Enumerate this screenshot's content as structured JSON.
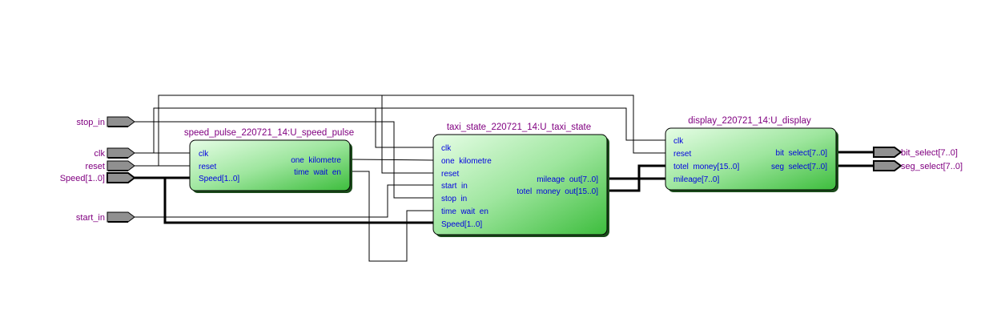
{
  "diagram": {
    "type": "rtl-netlist-schematic",
    "colors": {
      "block_fill_light": "#e0fbe0",
      "block_fill_dark": "#40c040",
      "block_border": "#000000",
      "pin_text": "#0000e0",
      "label_text": "#800080",
      "port_fill": "#909090"
    },
    "input_ports": [
      {
        "id": "stop_in",
        "label": "stop_in",
        "bus": false
      },
      {
        "id": "clk",
        "label": "clk",
        "bus": false
      },
      {
        "id": "reset",
        "label": "reset",
        "bus": false
      },
      {
        "id": "speed",
        "label": "Speed[1..0]",
        "bus": true
      },
      {
        "id": "start_in",
        "label": "start_in",
        "bus": false
      }
    ],
    "output_ports": [
      {
        "id": "bit_select",
        "label": "bit_select[7..0]",
        "bus": true
      },
      {
        "id": "seg_select",
        "label": "seg_select[7..0]",
        "bus": true
      }
    ],
    "blocks": {
      "speed_pulse": {
        "title": "speed_pulse_220721_14:U_speed_pulse",
        "inputs": [
          "clk",
          "reset",
          "Speed[1..0]"
        ],
        "outputs": [
          "one  kilometre",
          "time  wait  en"
        ]
      },
      "taxi_state": {
        "title": "taxi_state_220721_14:U_taxi_state",
        "inputs": [
          "clk",
          "one  kilometre",
          "reset",
          "start  in",
          "stop  in",
          "time  wait  en",
          "Speed[1..0]"
        ],
        "outputs": [
          "mileage  out[7..0]",
          "totel  money  out[15..0]"
        ]
      },
      "display": {
        "title": "display_220721_14:U_display",
        "inputs": [
          "clk",
          "reset",
          "totel  money[15..0]",
          "mileage[7..0]"
        ],
        "outputs": [
          "bit  select[7..0]",
          "seg  select[7..0]"
        ]
      }
    }
  }
}
